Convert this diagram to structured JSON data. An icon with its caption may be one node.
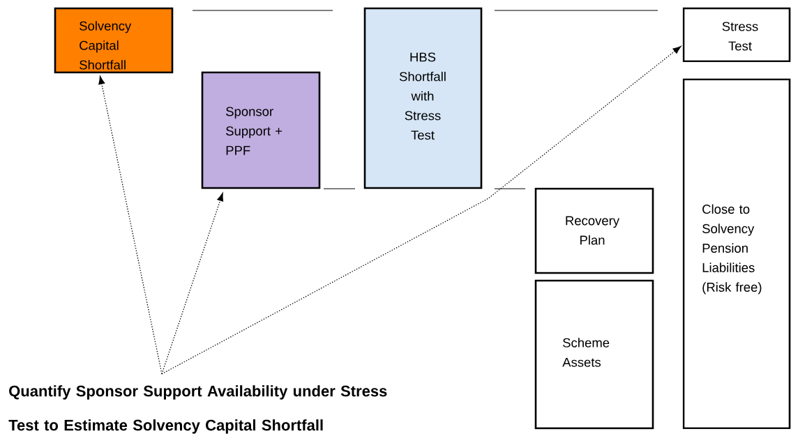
{
  "diagram": {
    "nodes": [
      {
        "text": [
          "Solvency Capital Shortfall"
        ]
      },
      {
        "text": [
          "Sponsor Support + PPF"
        ]
      },
      {
        "text": [
          "HBS Shortfall with Stress Test"
        ]
      },
      {
        "text": [
          "Stress Test"
        ]
      },
      {
        "text": [
          "Recovery Plan"
        ]
      },
      {
        "text": [
          "Close to Solvency Pension Liabilities (Risk free)"
        ]
      },
      {
        "text": [
          "Scheme Assets"
        ]
      },
      {
        "text": [
          "Quantify Sponsor Support Availability under Stress Test to Estimate Solvency Capital Shortfall"
        ]
      }
    ],
    "edges": [
      {
        "from": 7,
        "to": 0,
        "arrow": "to",
        "style": "dashed"
      },
      {
        "from": 7,
        "to": 1,
        "arrow": "to",
        "style": "dashed"
      },
      {
        "from": 7,
        "to": 3,
        "arrow": "to",
        "style": "dashed"
      }
    ]
  }
}
